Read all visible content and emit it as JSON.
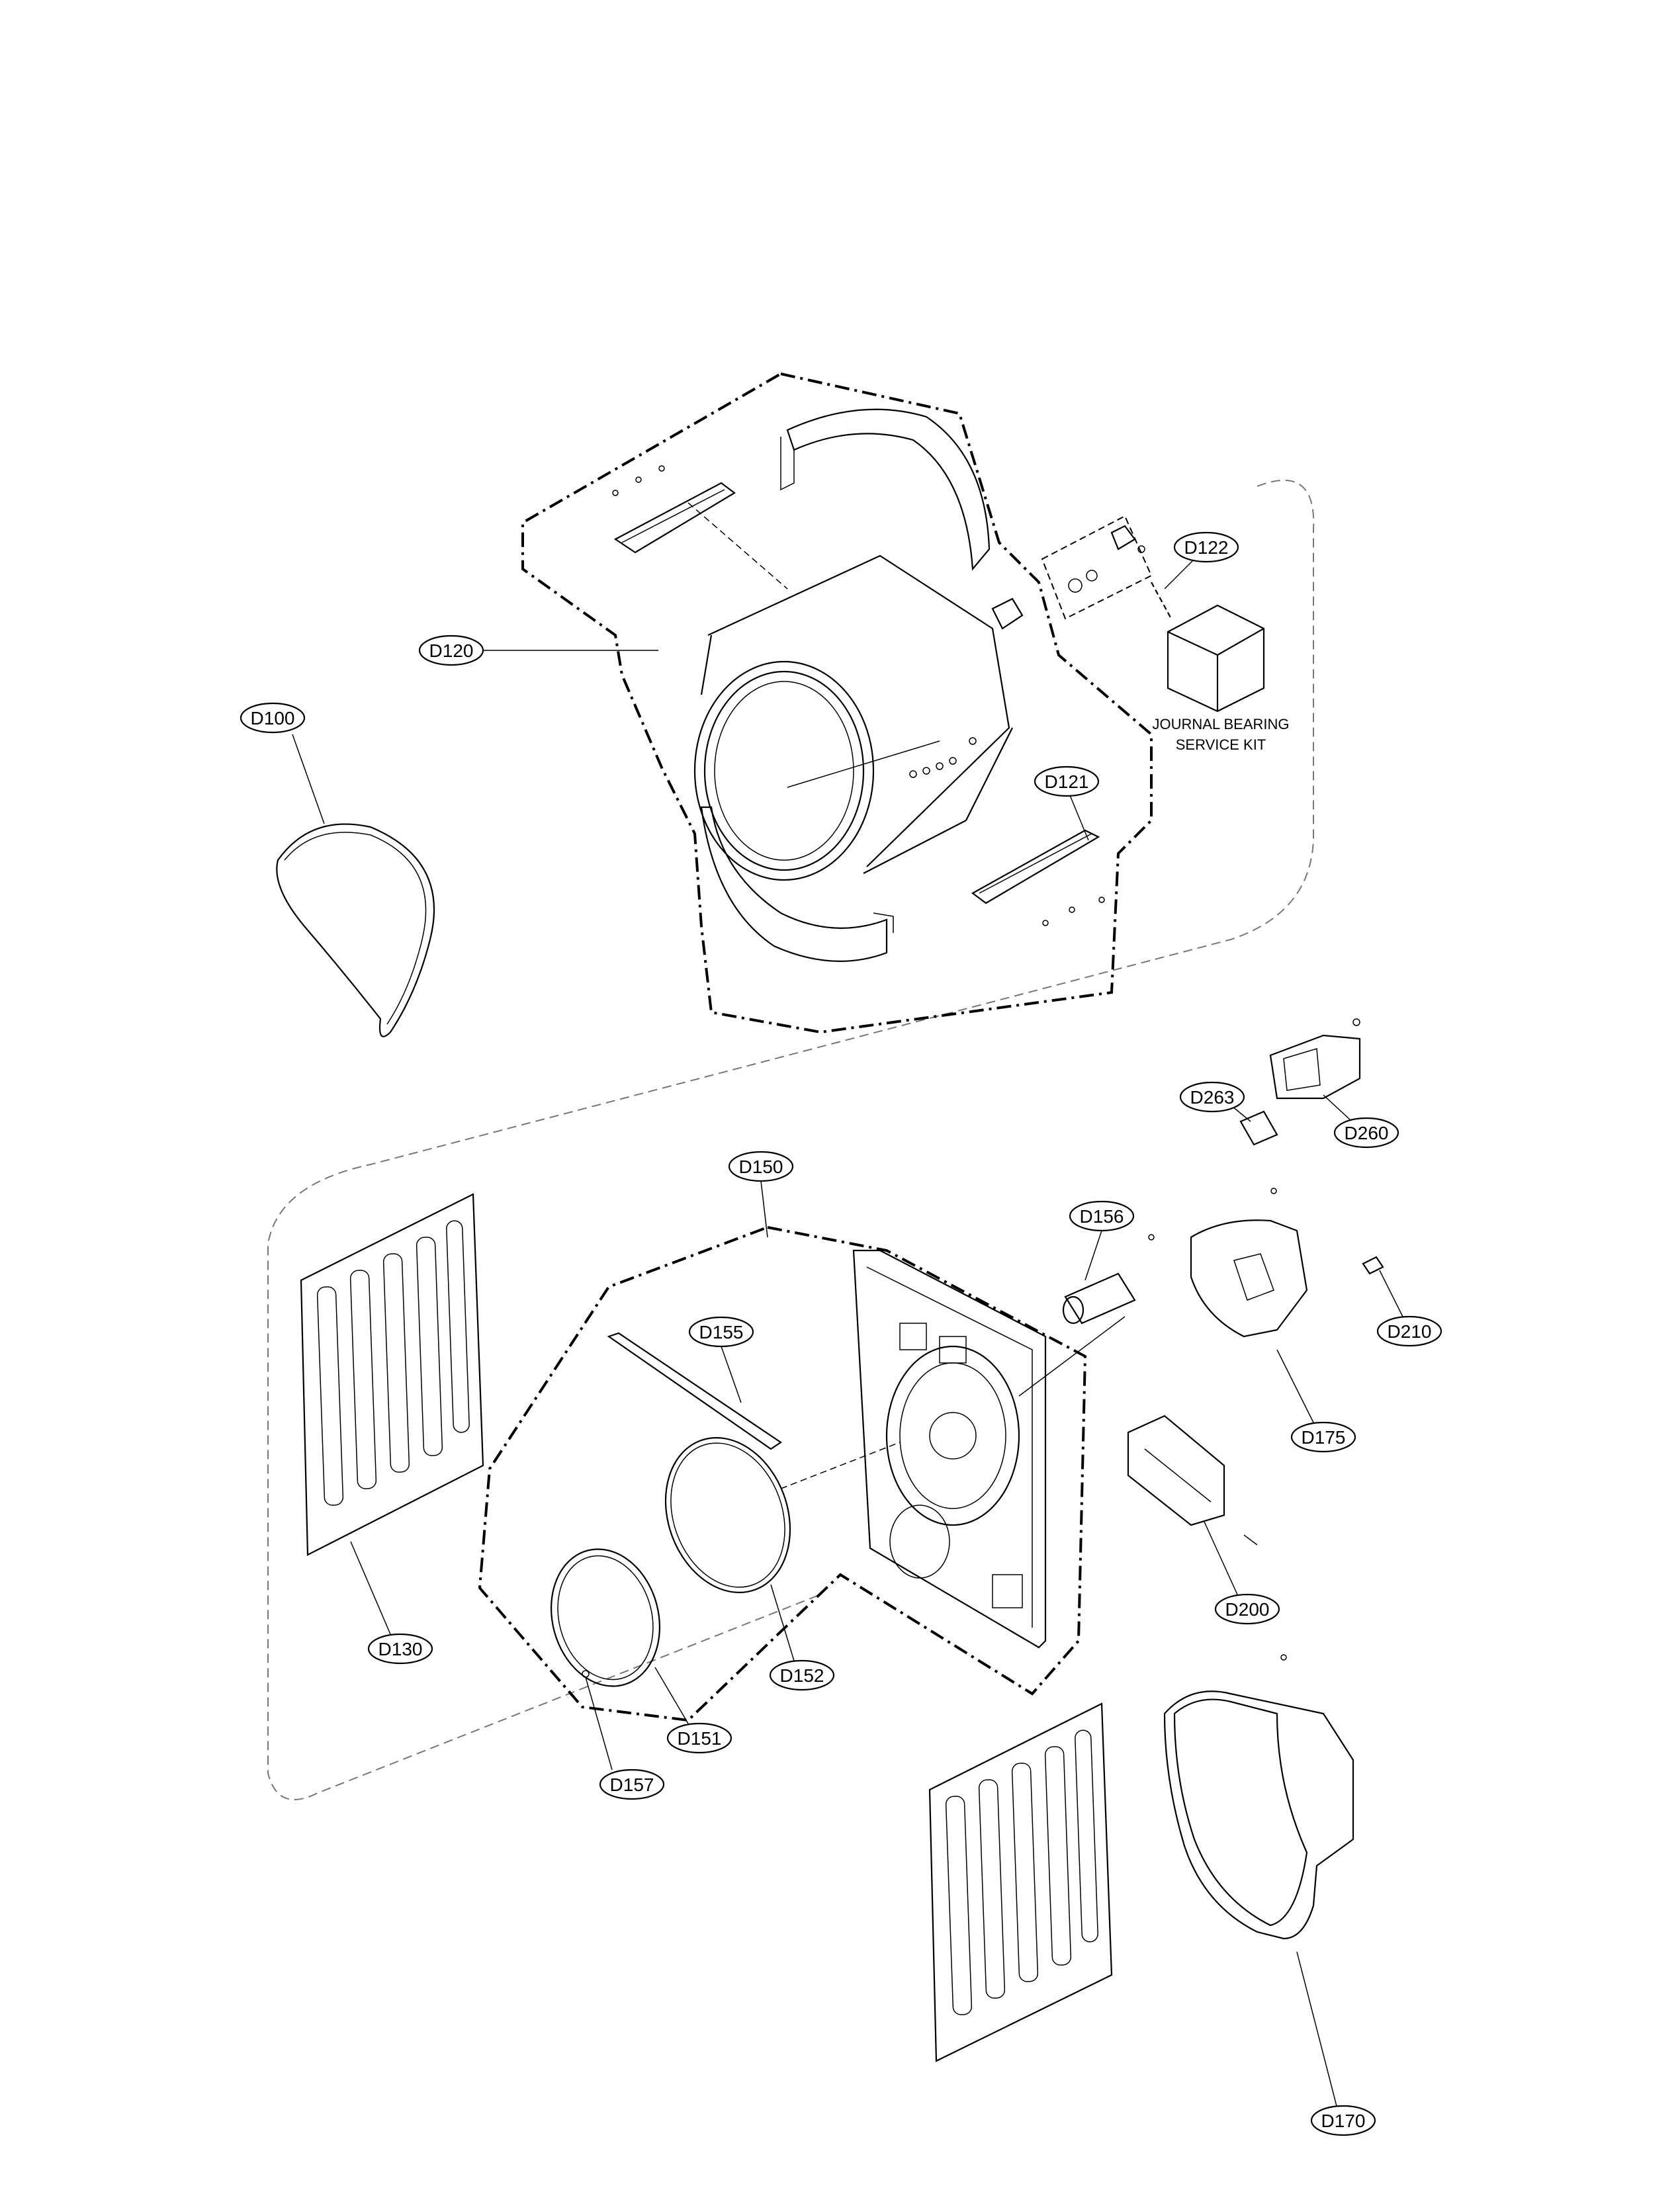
{
  "labels": {
    "D100": "D100",
    "D120": "D120",
    "D121": "D121",
    "D122": "D122",
    "D130": "D130",
    "D150": "D150",
    "D151": "D151",
    "D152": "D152",
    "D155": "D155",
    "D156": "D156",
    "D157": "D157",
    "D170": "D170",
    "D175": "D175",
    "D200": "D200",
    "D210": "D210",
    "D260": "D260",
    "D263": "D263"
  },
  "note": {
    "line1": "JOURNAL BEARING",
    "line2": "SERVICE KIT"
  }
}
